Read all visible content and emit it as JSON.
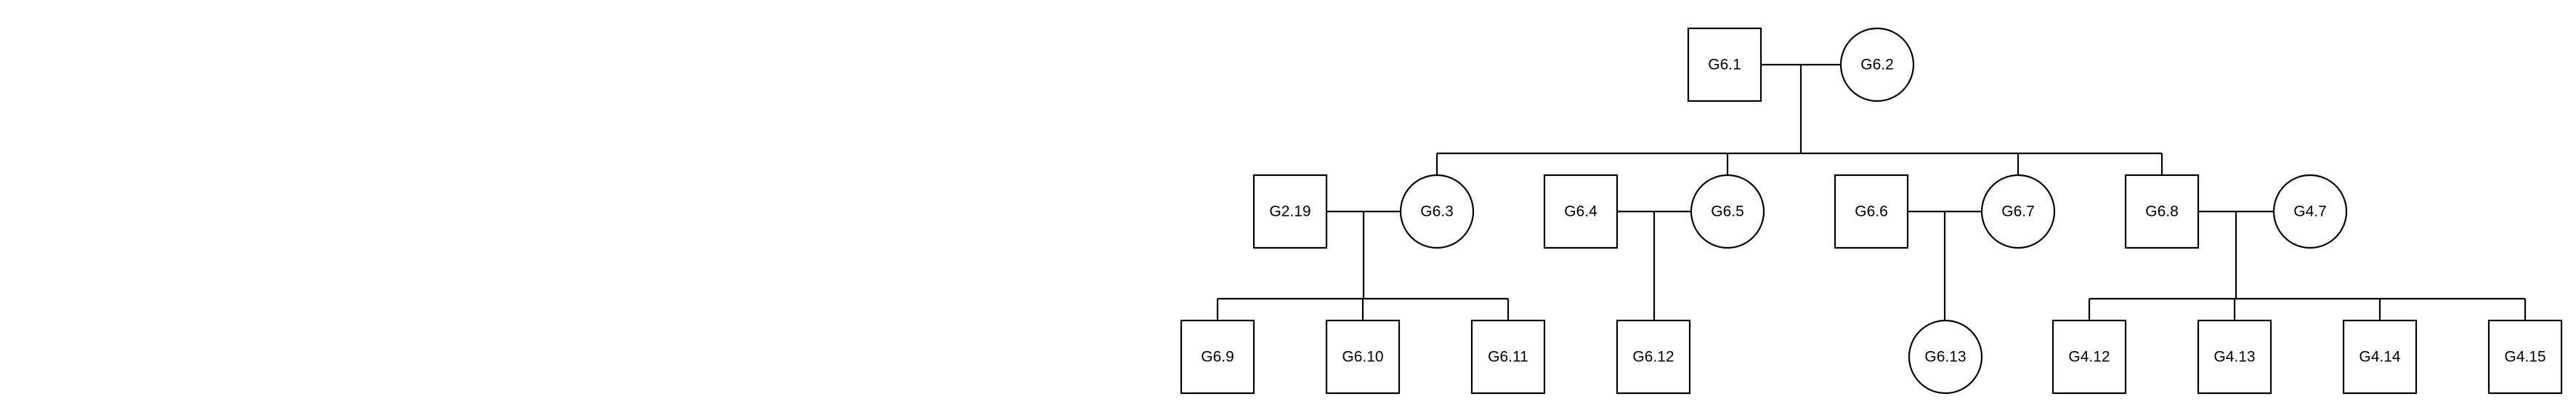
{
  "pedigree": {
    "colors": {
      "line": "#000000",
      "shape_fill": "#ffffff",
      "background": "#ffffff"
    },
    "individuals": [
      {
        "id": "G6.1",
        "sex": "male"
      },
      {
        "id": "G6.2",
        "sex": "female"
      },
      {
        "id": "G2.19",
        "sex": "male"
      },
      {
        "id": "G6.3",
        "sex": "female"
      },
      {
        "id": "G6.4",
        "sex": "male"
      },
      {
        "id": "G6.5",
        "sex": "female"
      },
      {
        "id": "G6.6",
        "sex": "male"
      },
      {
        "id": "G6.7",
        "sex": "female"
      },
      {
        "id": "G6.8",
        "sex": "male"
      },
      {
        "id": "G4.7",
        "sex": "female"
      },
      {
        "id": "G6.9",
        "sex": "male"
      },
      {
        "id": "G6.10",
        "sex": "male"
      },
      {
        "id": "G6.11",
        "sex": "male"
      },
      {
        "id": "G6.12",
        "sex": "male"
      },
      {
        "id": "G6.13",
        "sex": "female"
      },
      {
        "id": "G4.12",
        "sex": "male"
      },
      {
        "id": "G4.13",
        "sex": "male"
      },
      {
        "id": "G4.14",
        "sex": "male"
      },
      {
        "id": "G4.15",
        "sex": "male"
      }
    ],
    "couples": [
      {
        "partners": [
          "G6.1",
          "G6.2"
        ],
        "children": [
          "G6.3",
          "G6.5",
          "G6.7",
          "G6.8"
        ]
      },
      {
        "partners": [
          "G2.19",
          "G6.3"
        ],
        "children": [
          "G6.9",
          "G6.10",
          "G6.11"
        ]
      },
      {
        "partners": [
          "G6.4",
          "G6.5"
        ],
        "children": [
          "G6.12"
        ]
      },
      {
        "partners": [
          "G6.6",
          "G6.7"
        ],
        "children": [
          "G6.13"
        ]
      },
      {
        "partners": [
          "G6.8",
          "G4.7"
        ],
        "children": [
          "G4.12",
          "G4.13",
          "G4.14",
          "G4.15"
        ]
      }
    ]
  }
}
